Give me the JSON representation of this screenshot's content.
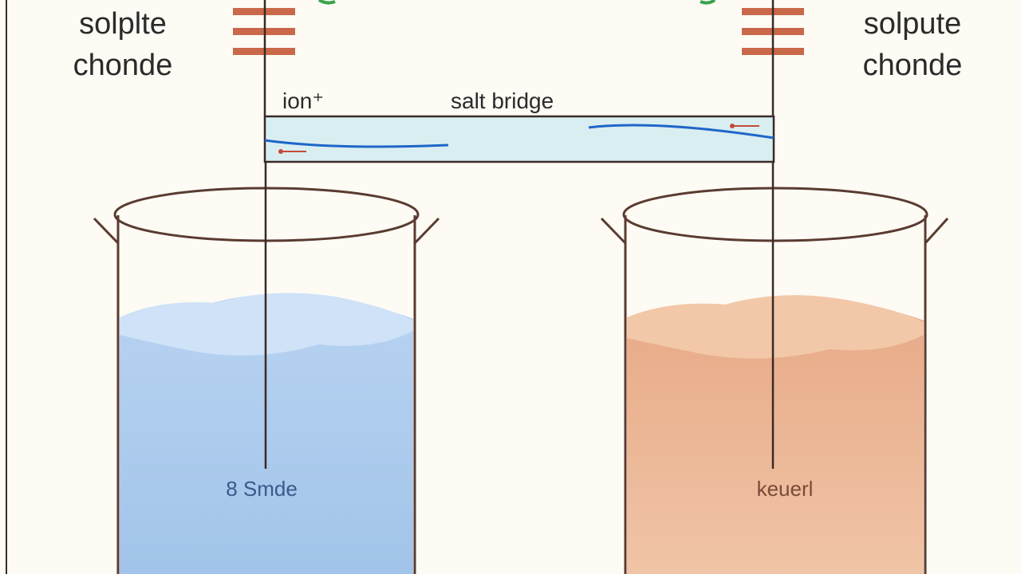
{
  "diagram": {
    "left_electrode_label": [
      "solplte",
      "chonde"
    ],
    "right_electrode_label": [
      "solpute",
      "chonde"
    ],
    "ion_label": "ion⁺",
    "salt_bridge_label": "salt bridge",
    "left_beaker_label": "8 Smde",
    "right_beaker_label": "keuerl"
  },
  "colors": {
    "background": "#fdfbf4",
    "wire": "#3a2a26",
    "electrode_plates": "#c9694a",
    "bridge_fill": "#d9eef0",
    "flow_line": "#1e66c9",
    "ion_marker": "#c44a3a",
    "beaker_outline": "#5a3b30",
    "left_solution": "#a9c9ec",
    "left_solution_surface": "#cfe2f7",
    "right_solution": "#eab493",
    "right_solution_surface": "#f2c8a8",
    "arrow_hint": "#3aa34a"
  }
}
